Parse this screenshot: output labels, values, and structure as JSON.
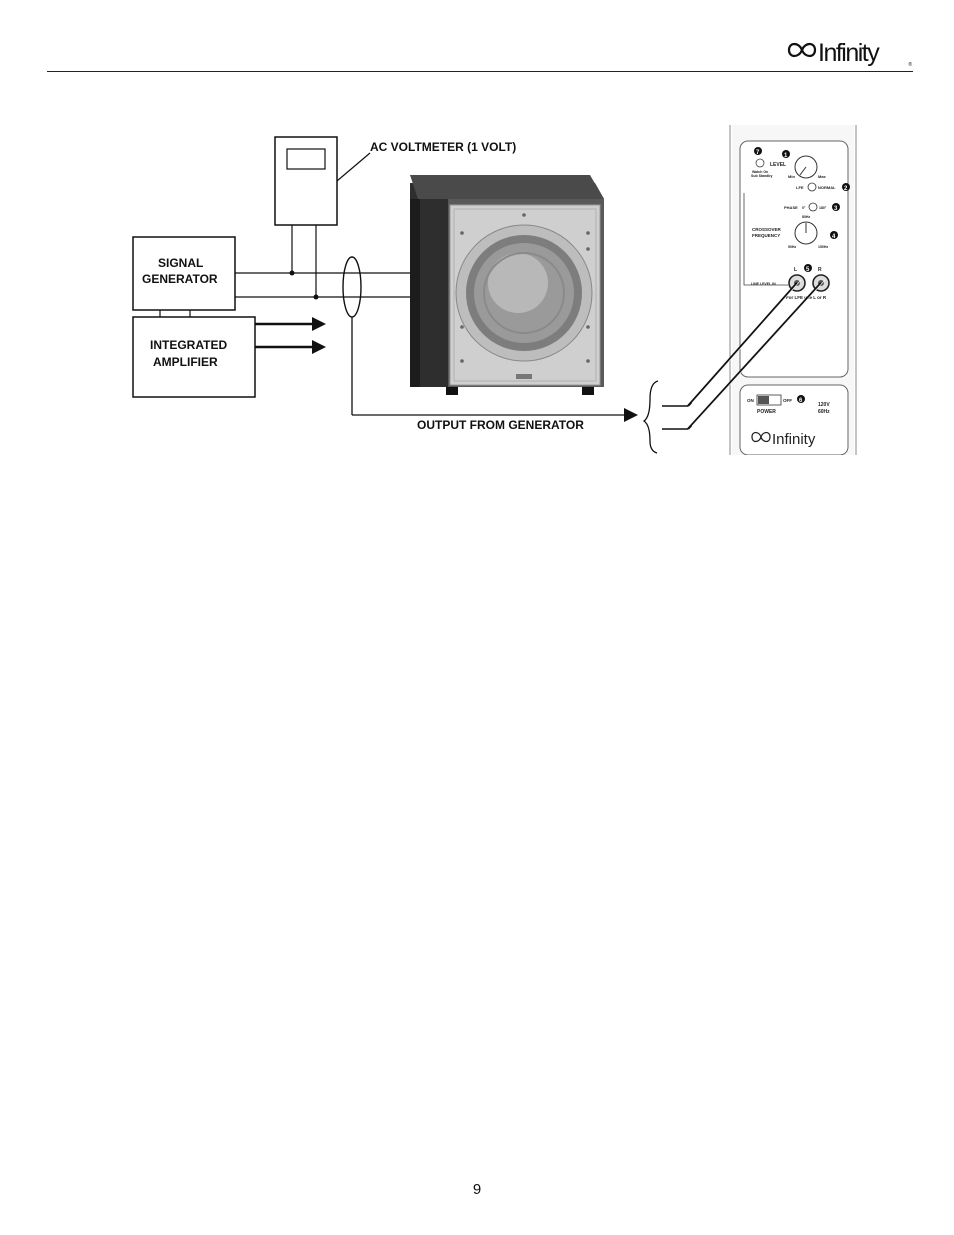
{
  "header": {
    "logo_text": "Infinity"
  },
  "diagram": {
    "voltmeter_label": "AC VOLTMETER (1 VOLT)",
    "signal_generator_line1": "SIGNAL",
    "signal_generator_line2": "GENERATOR",
    "amplifier_line1": "INTEGRATED",
    "amplifier_line2": "AMPLIFIER",
    "output_label": "OUTPUT FROM GENERATOR",
    "panel": {
      "level_label": "LEVEL",
      "watch_label": "Watch On",
      "standby_label": "Sub Standby",
      "min_label": "Min",
      "max_label": "Max",
      "lfe_label": "LFE",
      "normal_label": "NORMAL",
      "phase_label": "PHASE",
      "phase_0": "0°",
      "phase_180": "180°",
      "crossover_line1": "CROSSOVER",
      "crossover_line2": "FREQUENCY",
      "freq_80": "80Hz",
      "freq_50": "50Hz",
      "freq_150": "150Hz",
      "line_level_label": "LINE LEVEL IN",
      "l_label": "L",
      "r_label": "R",
      "lfe_note": "For LFE use L or R",
      "on_label": "ON",
      "off_label": "OFF",
      "power_label": "POWER",
      "voltage_label": "120V",
      "hz_label": "60Hz",
      "brand": "Infinity",
      "n1": "1",
      "n2": "2",
      "n3": "3",
      "n4": "4",
      "n5": "5",
      "n6": "6",
      "n7": "7"
    }
  },
  "footer": {
    "page_number": "9"
  }
}
